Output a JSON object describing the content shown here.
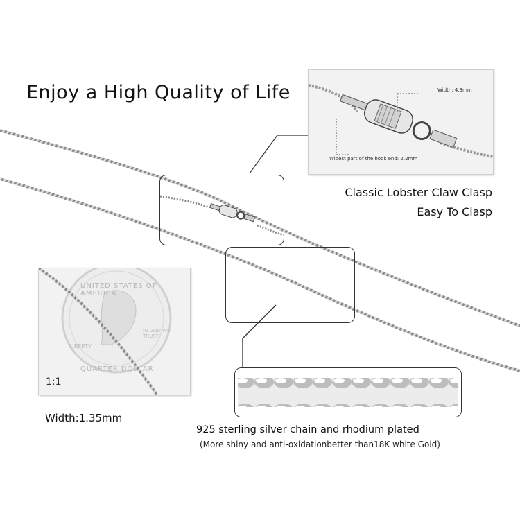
{
  "headline": "Enjoy a High Quality of Life",
  "clasp": {
    "width_tag": "Width: 4.3mm",
    "hook_tag": "Widest part of the hook end: 2.2mm",
    "caption_line1": "Classic Lobster Claw Clasp",
    "caption_line2": "Easy To Clasp"
  },
  "quarter": {
    "ratio": "1:1",
    "width_caption": "Width:1.35mm",
    "coin_top_text": "UNITED STATES OF AMERICA",
    "coin_liberty": "LIBERTY",
    "coin_motto": "IN GOD WE TRUST",
    "coin_bottom": "QUARTER DOLLAR"
  },
  "material": {
    "line1": "925 sterling silver chain and rhodium plated",
    "line2": "(More shiny and anti-oxidationbetter than18K white Gold)"
  }
}
